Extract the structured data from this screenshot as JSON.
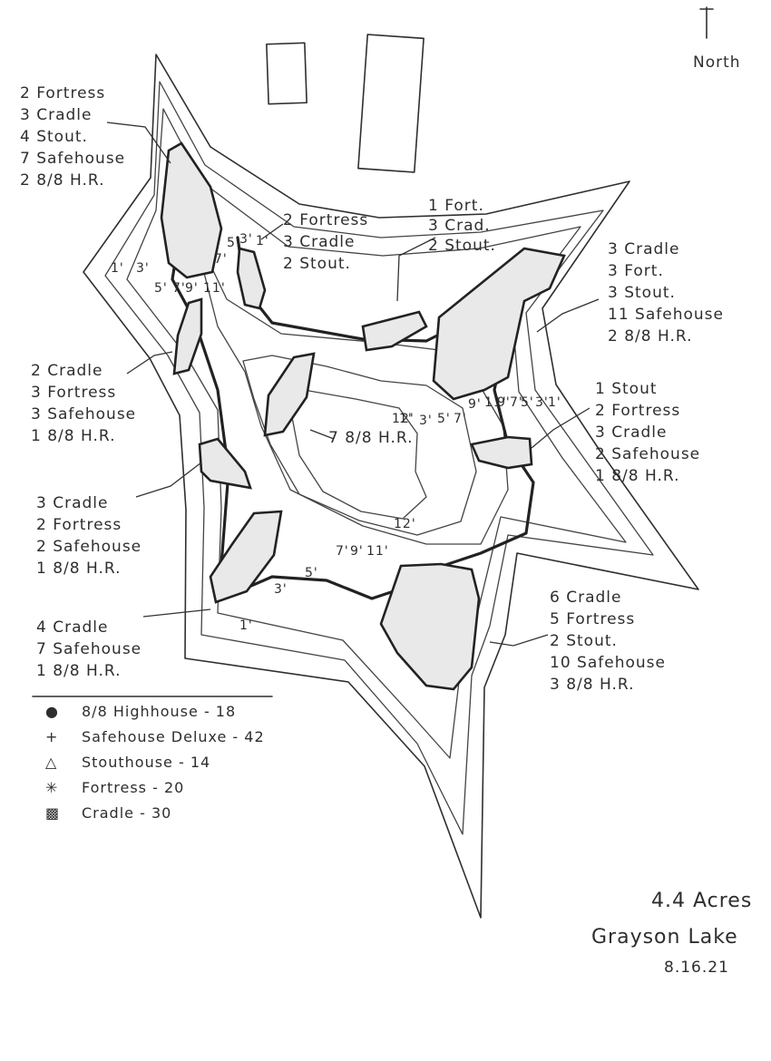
{
  "north": {
    "label": "North"
  },
  "site": {
    "acres": "4.4 Acres",
    "name": "Grayson Lake",
    "date": "8.16.21"
  },
  "annotations": [
    {
      "lines": [
        "2 Fortress",
        "3 Cradle",
        "4 Stout.",
        "7 Safehouse",
        "2 8/8 H.R."
      ]
    },
    {
      "lines": [
        "2 Fortress",
        "3 Cradle",
        "2 Stout."
      ]
    },
    {
      "lines": [
        "1 Fort.",
        "3 Crad.",
        "2 Stout."
      ]
    },
    {
      "lines": [
        "3 Cradle",
        "3 Fort.",
        "3 Stout.",
        "11 Safehouse",
        "2 8/8 H.R."
      ]
    },
    {
      "lines": [
        "2 Cradle",
        "3 Fortress",
        "3 Safehouse",
        "1 8/8 H.R."
      ]
    },
    {
      "lines": [
        "7 8/8 H.R."
      ]
    },
    {
      "lines": [
        "1 Stout",
        "2 Fortress",
        "3 Cradle",
        "2 Safehouse",
        "1 8/8 H.R."
      ]
    },
    {
      "lines": [
        "3 Cradle",
        "2 Fortress",
        "2 Safehouse",
        "1 8/8 H.R."
      ]
    },
    {
      "lines": [
        "4 Cradle",
        "7 Safehouse",
        "1 8/8 H.R."
      ]
    },
    {
      "lines": [
        "6 Cradle",
        "5 Fortress",
        "2 Stout.",
        "10 Safehouse",
        "3 8/8 H.R."
      ]
    }
  ],
  "depth_labels": [
    "1'",
    "3'",
    "5'",
    "7'",
    "9'",
    "11'",
    "7'",
    "5'",
    "3'",
    "1'",
    "1'",
    "3'",
    "5'",
    "7'",
    "9'",
    "11'",
    "9'",
    "7'",
    "5'",
    "3'",
    "1'",
    "12'",
    "12'",
    "7'",
    "9'",
    "11'",
    "1'",
    "3'",
    "5'"
  ],
  "legend": [
    {
      "symbol": "●",
      "icon": "dot-icon",
      "label": "8/8 Highhouse - 18"
    },
    {
      "symbol": "+",
      "icon": "plus-icon",
      "label": "Safehouse Deluxe - 42"
    },
    {
      "symbol": "△",
      "icon": "triangle-icon",
      "label": "Stouthouse - 14"
    },
    {
      "symbol": "✳",
      "icon": "asterisk-icon",
      "label": "Fortress - 20"
    },
    {
      "symbol": "▩",
      "icon": "square-hatch-icon",
      "label": "Cradle - 30"
    }
  ]
}
